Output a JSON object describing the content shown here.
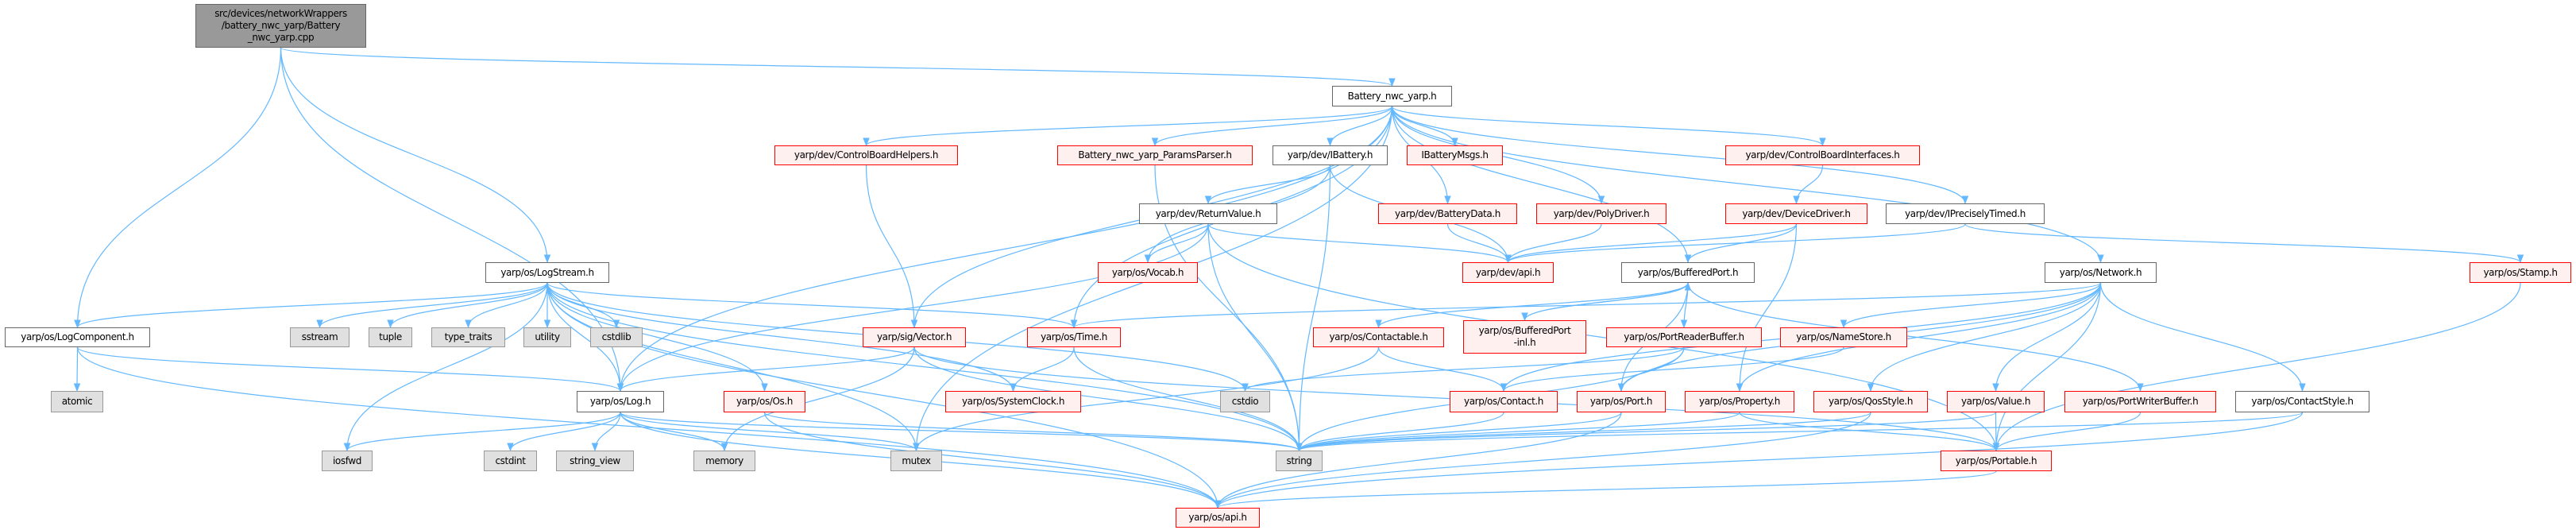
{
  "graph": {
    "edge_color": "#63b8ff",
    "styles": {
      "root": {
        "fill": "#999999",
        "border": "#666666"
      },
      "white": {
        "fill": "#ffffff",
        "border": "#666666"
      },
      "red": {
        "fill": "#fff0f0",
        "border": "#ff0000"
      },
      "gray": {
        "fill": "#e0e0e0",
        "border": "#999999"
      }
    }
  },
  "nodes": [
    {
      "id": "root",
      "label": "src/devices/networkWrappers\n/battery_nwc_yarp/Battery\n_nwc_yarp.cpp",
      "kind": "root"
    },
    {
      "id": "battery",
      "label": "Battery_nwc_yarp.h",
      "kind": "white"
    },
    {
      "id": "cbhelpers",
      "label": "yarp/dev/ControlBoardHelpers.h",
      "kind": "red"
    },
    {
      "id": "params",
      "label": "Battery_nwc_yarp_ParamsParser.h",
      "kind": "red"
    },
    {
      "id": "ibattery",
      "label": "yarp/dev/IBattery.h",
      "kind": "white"
    },
    {
      "id": "ibatmsgs",
      "label": "IBatteryMsgs.h",
      "kind": "red"
    },
    {
      "id": "cbinterfaces",
      "label": "yarp/dev/ControlBoardInterfaces.h",
      "kind": "red"
    },
    {
      "id": "returnvalue",
      "label": "yarp/dev/ReturnValue.h",
      "kind": "white"
    },
    {
      "id": "batterydata",
      "label": "yarp/dev/BatteryData.h",
      "kind": "red"
    },
    {
      "id": "polydriver",
      "label": "yarp/dev/PolyDriver.h",
      "kind": "red"
    },
    {
      "id": "devicedriver",
      "label": "yarp/dev/DeviceDriver.h",
      "kind": "red"
    },
    {
      "id": "iprecisely",
      "label": "yarp/dev/IPreciselyTimed.h",
      "kind": "white"
    },
    {
      "id": "logstream",
      "label": "yarp/os/LogStream.h",
      "kind": "white"
    },
    {
      "id": "vocab",
      "label": "yarp/os/Vocab.h",
      "kind": "red"
    },
    {
      "id": "devapi",
      "label": "yarp/dev/api.h",
      "kind": "red"
    },
    {
      "id": "bufferedport",
      "label": "yarp/os/BufferedPort.h",
      "kind": "white"
    },
    {
      "id": "network",
      "label": "yarp/os/Network.h",
      "kind": "white"
    },
    {
      "id": "stamp",
      "label": "yarp/os/Stamp.h",
      "kind": "red"
    },
    {
      "id": "logcomponent",
      "label": "yarp/os/LogComponent.h",
      "kind": "white"
    },
    {
      "id": "sstream",
      "label": "sstream",
      "kind": "gray"
    },
    {
      "id": "tuple",
      "label": "tuple",
      "kind": "gray"
    },
    {
      "id": "type_traits",
      "label": "type_traits",
      "kind": "gray"
    },
    {
      "id": "utility",
      "label": "utility",
      "kind": "gray"
    },
    {
      "id": "cstdlib",
      "label": "cstdlib",
      "kind": "gray"
    },
    {
      "id": "vector",
      "label": "yarp/sig/Vector.h",
      "kind": "red"
    },
    {
      "id": "time",
      "label": "yarp/os/Time.h",
      "kind": "red"
    },
    {
      "id": "contactable",
      "label": "yarp/os/Contactable.h",
      "kind": "red"
    },
    {
      "id": "bpinl",
      "label": "yarp/os/BufferedPort\n-inl.h",
      "kind": "red"
    },
    {
      "id": "portreaderbuffer",
      "label": "yarp/os/PortReaderBuffer.h",
      "kind": "red"
    },
    {
      "id": "namestore",
      "label": "yarp/os/NameStore.h",
      "kind": "red"
    },
    {
      "id": "atomic",
      "label": "atomic",
      "kind": "gray"
    },
    {
      "id": "log",
      "label": "yarp/os/Log.h",
      "kind": "white"
    },
    {
      "id": "os",
      "label": "yarp/os/Os.h",
      "kind": "red"
    },
    {
      "id": "systemclock",
      "label": "yarp/os/SystemClock.h",
      "kind": "red"
    },
    {
      "id": "cstdio",
      "label": "cstdio",
      "kind": "gray"
    },
    {
      "id": "contact",
      "label": "yarp/os/Contact.h",
      "kind": "red"
    },
    {
      "id": "port",
      "label": "yarp/os/Port.h",
      "kind": "red"
    },
    {
      "id": "property",
      "label": "yarp/os/Property.h",
      "kind": "red"
    },
    {
      "id": "qosstyle",
      "label": "yarp/os/QosStyle.h",
      "kind": "red"
    },
    {
      "id": "value",
      "label": "yarp/os/Value.h",
      "kind": "red"
    },
    {
      "id": "portwriterbuffer",
      "label": "yarp/os/PortWriterBuffer.h",
      "kind": "red"
    },
    {
      "id": "contactstyle",
      "label": "yarp/os/ContactStyle.h",
      "kind": "white"
    },
    {
      "id": "iosfwd",
      "label": "iosfwd",
      "kind": "gray"
    },
    {
      "id": "cstdint",
      "label": "cstdint",
      "kind": "gray"
    },
    {
      "id": "string_view",
      "label": "string_view",
      "kind": "gray"
    },
    {
      "id": "memory",
      "label": "memory",
      "kind": "gray"
    },
    {
      "id": "mutex",
      "label": "mutex",
      "kind": "gray"
    },
    {
      "id": "string",
      "label": "string",
      "kind": "gray"
    },
    {
      "id": "portable",
      "label": "yarp/os/Portable.h",
      "kind": "red"
    },
    {
      "id": "osapi",
      "label": "yarp/os/api.h",
      "kind": "red"
    }
  ],
  "edges": [
    [
      "root",
      "logcomponent"
    ],
    [
      "root",
      "log"
    ],
    [
      "root",
      "logstream"
    ],
    [
      "root",
      "battery"
    ],
    [
      "logstream",
      "logcomponent"
    ],
    [
      "logstream",
      "sstream"
    ],
    [
      "logstream",
      "tuple"
    ],
    [
      "logstream",
      "type_traits"
    ],
    [
      "logstream",
      "utility"
    ],
    [
      "logstream",
      "cstdlib"
    ],
    [
      "logstream",
      "log"
    ],
    [
      "logstream",
      "os"
    ],
    [
      "logstream",
      "iosfwd"
    ],
    [
      "logstream",
      "osapi"
    ],
    [
      "logstream",
      "time"
    ],
    [
      "logstream",
      "string"
    ],
    [
      "logstream",
      "cstdio"
    ],
    [
      "logstream",
      "mutex"
    ],
    [
      "logstream",
      "systemclock"
    ],
    [
      "logcomponent",
      "atomic"
    ],
    [
      "logcomponent",
      "log"
    ],
    [
      "logcomponent",
      "osapi"
    ],
    [
      "log",
      "iosfwd"
    ],
    [
      "log",
      "cstdint"
    ],
    [
      "log",
      "string_view"
    ],
    [
      "log",
      "memory"
    ],
    [
      "log",
      "mutex"
    ],
    [
      "log",
      "osapi"
    ],
    [
      "log",
      "string"
    ],
    [
      "os",
      "string"
    ],
    [
      "os",
      "osapi"
    ],
    [
      "battery",
      "cbhelpers"
    ],
    [
      "battery",
      "params"
    ],
    [
      "battery",
      "ibattery"
    ],
    [
      "battery",
      "ibatmsgs"
    ],
    [
      "battery",
      "cbinterfaces"
    ],
    [
      "battery",
      "iprecisely"
    ],
    [
      "battery",
      "network"
    ],
    [
      "battery",
      "batterydata"
    ],
    [
      "battery",
      "polydriver"
    ],
    [
      "battery",
      "bufferedport"
    ],
    [
      "battery",
      "time"
    ],
    [
      "battery",
      "vector"
    ],
    [
      "battery",
      "mutex"
    ],
    [
      "battery",
      "log"
    ],
    [
      "cbhelpers",
      "vector"
    ],
    [
      "params",
      "string"
    ],
    [
      "ibattery",
      "returnvalue"
    ],
    [
      "ibattery",
      "vocab"
    ],
    [
      "ibattery",
      "devapi"
    ],
    [
      "ibattery",
      "string"
    ],
    [
      "returnvalue",
      "vocab"
    ],
    [
      "returnvalue",
      "devapi"
    ],
    [
      "returnvalue",
      "string"
    ],
    [
      "returnvalue",
      "log"
    ],
    [
      "returnvalue",
      "portable"
    ],
    [
      "batterydata",
      "devapi"
    ],
    [
      "polydriver",
      "devapi"
    ],
    [
      "cbinterfaces",
      "devicedriver"
    ],
    [
      "devicedriver",
      "devapi"
    ],
    [
      "devicedriver",
      "bufferedport"
    ],
    [
      "devicedriver",
      "property"
    ],
    [
      "iprecisely",
      "devapi"
    ],
    [
      "iprecisely",
      "stamp"
    ],
    [
      "stamp",
      "portable"
    ],
    [
      "bufferedport",
      "contactable"
    ],
    [
      "bufferedport",
      "bpinl"
    ],
    [
      "bufferedport",
      "portreaderbuffer"
    ],
    [
      "bufferedport",
      "portwriterbuffer"
    ],
    [
      "bufferedport",
      "port"
    ],
    [
      "bpinl",
      "bufferedport"
    ],
    [
      "vector",
      "log"
    ],
    [
      "vector",
      "memory"
    ],
    [
      "vector",
      "string"
    ],
    [
      "vector",
      "portable"
    ],
    [
      "time",
      "systemclock"
    ],
    [
      "time",
      "string"
    ],
    [
      "contactable",
      "contact"
    ],
    [
      "contactable",
      "mutex"
    ],
    [
      "portreaderbuffer",
      "cstdio"
    ],
    [
      "portreaderbuffer",
      "port"
    ],
    [
      "portreaderbuffer",
      "string"
    ],
    [
      "contact",
      "string"
    ],
    [
      "namestore",
      "contact"
    ],
    [
      "port",
      "osapi"
    ],
    [
      "port",
      "string"
    ],
    [
      "property",
      "portable"
    ],
    [
      "property",
      "string"
    ],
    [
      "qosstyle",
      "string"
    ],
    [
      "qosstyle",
      "osapi"
    ],
    [
      "value",
      "portable"
    ],
    [
      "value",
      "string"
    ],
    [
      "portwriterbuffer",
      "portable"
    ],
    [
      "contactstyle",
      "string"
    ],
    [
      "contactstyle",
      "osapi"
    ],
    [
      "portable",
      "osapi"
    ],
    [
      "network",
      "time"
    ],
    [
      "network",
      "namestore"
    ],
    [
      "network",
      "contact"
    ],
    [
      "network",
      "property"
    ],
    [
      "network",
      "qosstyle"
    ],
    [
      "network",
      "value"
    ],
    [
      "network",
      "contactstyle"
    ],
    [
      "network",
      "portable"
    ],
    [
      "network",
      "port"
    ]
  ]
}
